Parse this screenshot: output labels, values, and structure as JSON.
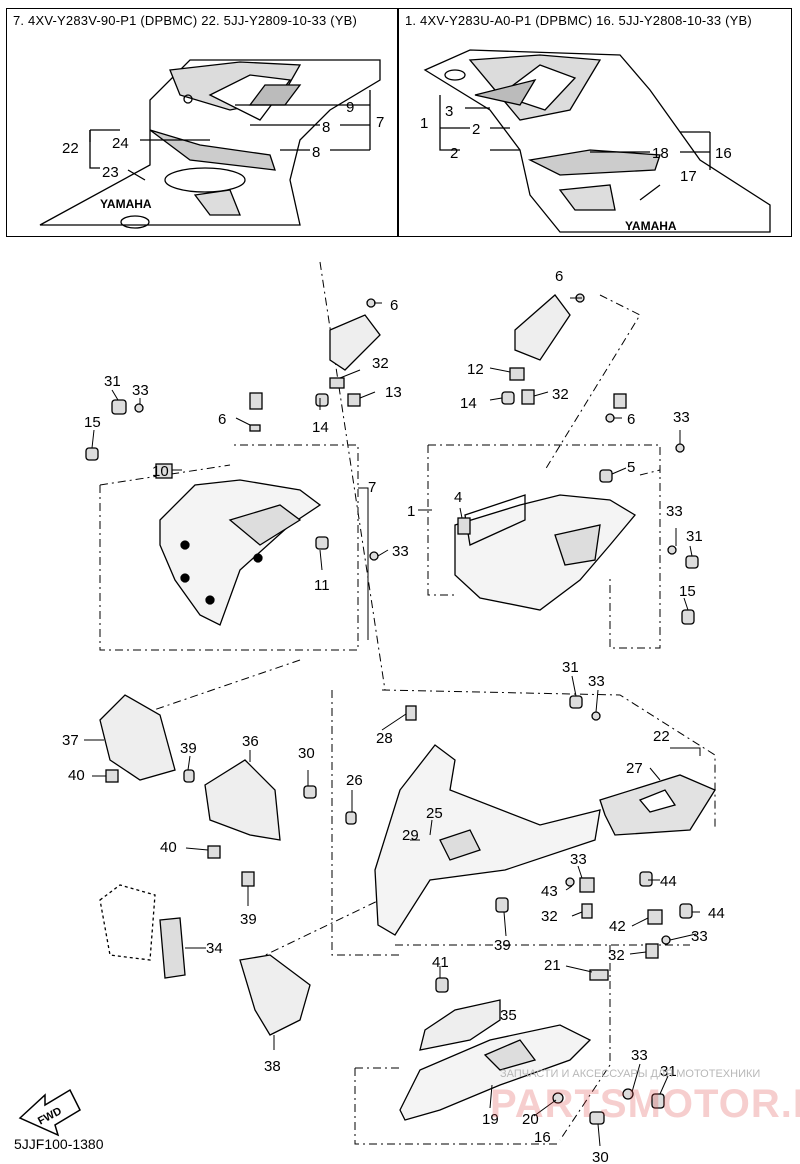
{
  "insets": {
    "left_title": "7. 4XV-Y283V-90-P1 (DPBMC)  22. 5JJ-Y2809-10-33 (YB)",
    "right_title": "1. 4XV-Y283U-A0-P1 (DPBMC)  16. 5JJ-Y2808-10-33 (YB)",
    "brand": "YAMAHA"
  },
  "callouts": {
    "n1": "1",
    "n2": "2",
    "n3": "3",
    "n4": "4",
    "n5": "5",
    "n6": "6",
    "n7": "7",
    "n8": "8",
    "n9": "9",
    "n10": "10",
    "n11": "11",
    "n12": "12",
    "n13": "13",
    "n14": "14",
    "n15": "15",
    "n16": "16",
    "n17": "17",
    "n18": "18",
    "n19": "19",
    "n20": "20",
    "n21": "21",
    "n22": "22",
    "n23": "23",
    "n24": "24",
    "n25": "25",
    "n26": "26",
    "n27": "27",
    "n28": "28",
    "n29": "29",
    "n30": "30",
    "n31": "31",
    "n32": "32",
    "n33": "33",
    "n34": "34",
    "n35": "35",
    "n36": "36",
    "n37": "37",
    "n38": "38",
    "n39": "39",
    "n40": "40",
    "n41": "41",
    "n42": "42",
    "n43": "43",
    "n44": "44"
  },
  "fwd_label": "FWD",
  "footer_code": "5JJF100-1380",
  "watermark": {
    "caption": "ЗАПЧАСТИ И АКСЕССУАРЫ ДЛЯ МОТОТЕХНИКИ",
    "brand": "PARTSMOTOR.RU"
  }
}
